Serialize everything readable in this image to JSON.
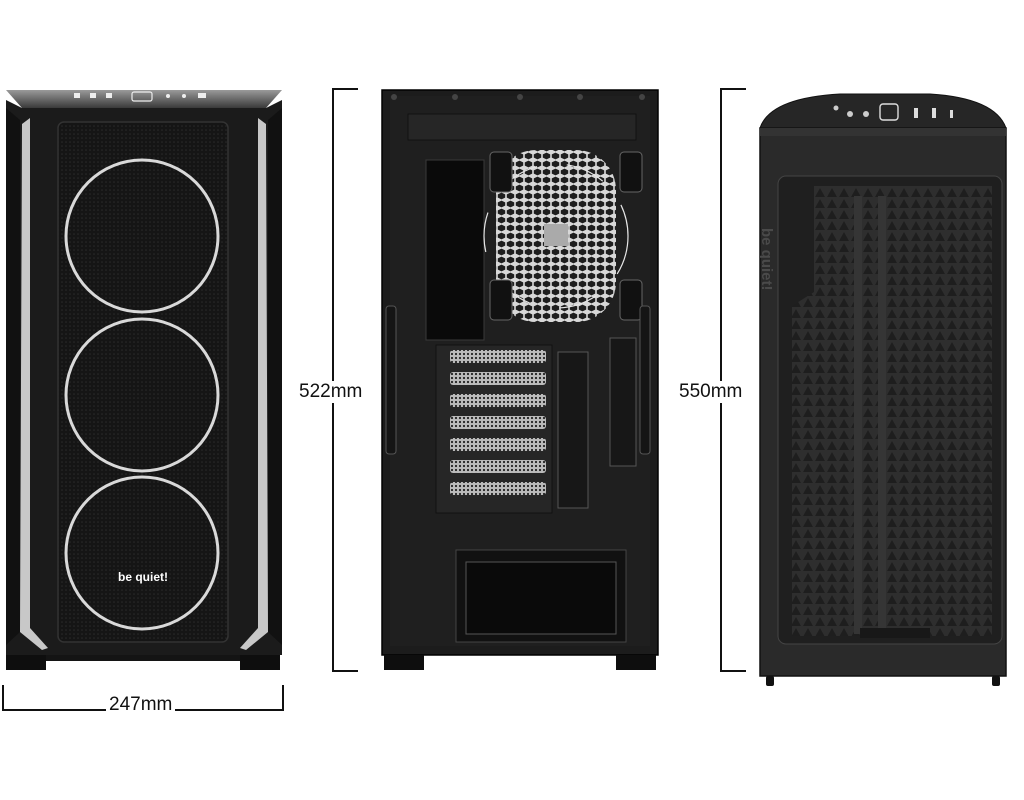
{
  "dimensions": {
    "width_label": "247mm",
    "depth_rear_label": "522mm",
    "height_side_label": "550mm"
  },
  "views": {
    "front": {
      "brand_logo_text": "be quiet!"
    },
    "side": {
      "brand_logo_text": "be quiet!"
    }
  },
  "colors": {
    "case_body": "#1a1a1a",
    "case_edge": "#2b2b2b",
    "ring_light": "#d9d9d9",
    "accent_strip": "#bdbdbd",
    "dimension_line": "#111111"
  }
}
